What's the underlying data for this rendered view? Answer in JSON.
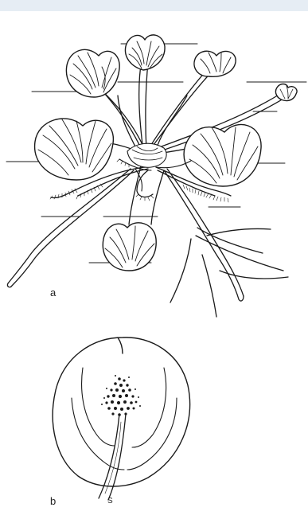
{
  "figure": {
    "panel_a_label": "a",
    "panel_b_label": "b",
    "panel_b_stalk_mark": "S"
  },
  "colors": {
    "ink": "#1a1a1a",
    "background": "#ffffff",
    "top_bar": "#e6edf4"
  }
}
